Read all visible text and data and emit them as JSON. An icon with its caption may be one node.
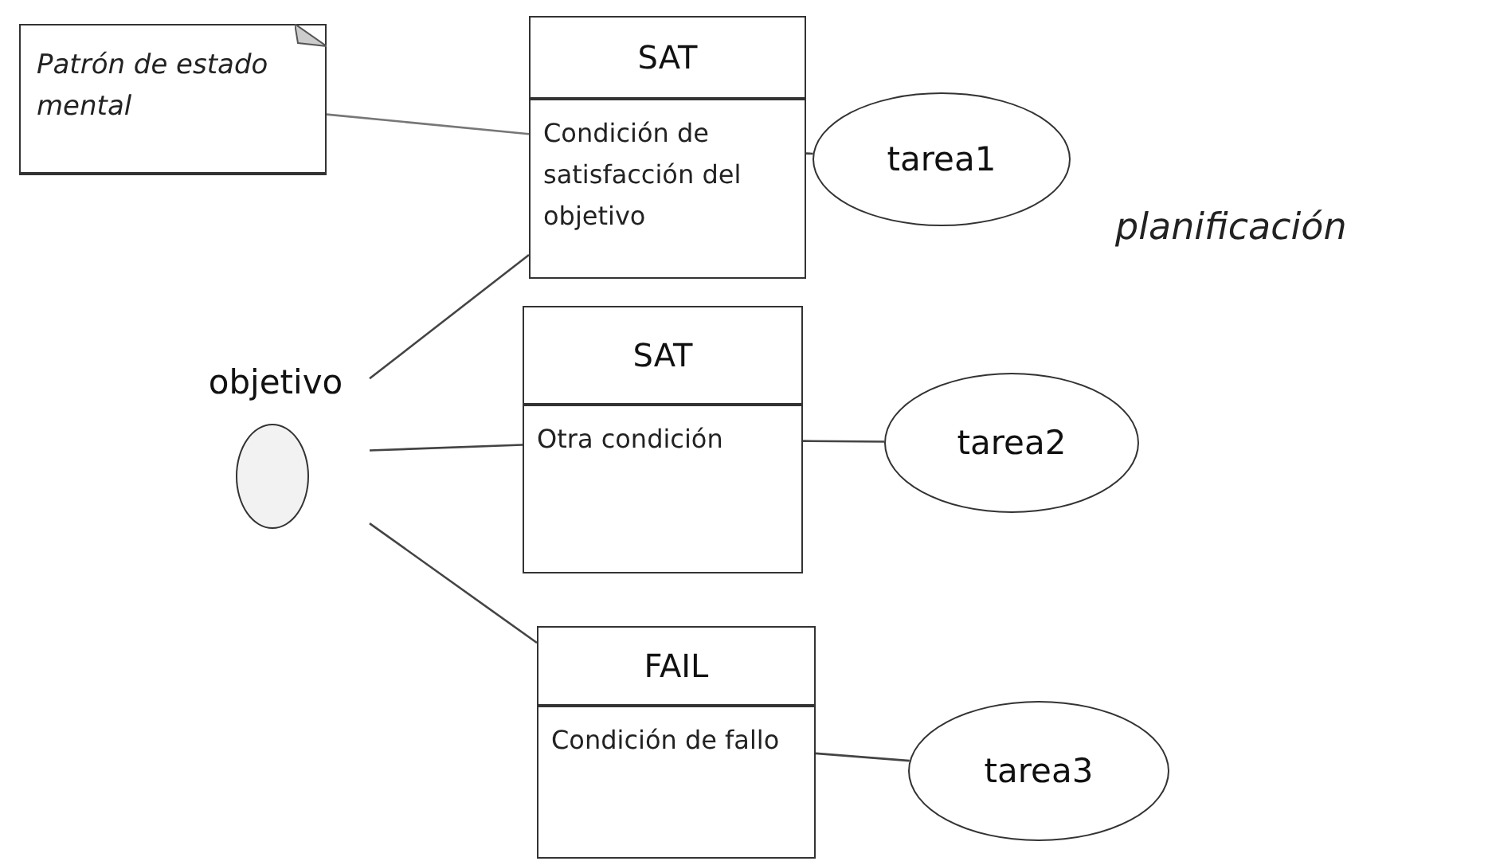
{
  "diagram": {
    "nodes": [
      {
        "text": [
          "Patrón de estado mental"
        ]
      },
      {
        "text": [
          "SAT",
          "Condición de satisfacción del objetivo"
        ]
      },
      {
        "text": [
          "tarea1"
        ]
      },
      {
        "text": [
          "objetivo"
        ]
      },
      {
        "text": [
          "SAT",
          "Otra condición"
        ]
      },
      {
        "text": [
          "tarea2"
        ]
      },
      {
        "text": [
          "FAIL",
          "Condición de fallo"
        ]
      },
      {
        "text": [
          "tarea3"
        ]
      }
    ],
    "edges": [
      {
        "from": 0,
        "to": 1,
        "arrow": "none"
      },
      {
        "from": 3,
        "to": 1,
        "arrow": "none"
      },
      {
        "from": 1,
        "to": 2,
        "arrow": "none"
      },
      {
        "from": 3,
        "to": 4,
        "arrow": "none"
      },
      {
        "from": 4,
        "to": 5,
        "arrow": "none"
      },
      {
        "from": 3,
        "to": 6,
        "arrow": "none"
      },
      {
        "from": 6,
        "to": 7,
        "arrow": "none"
      }
    ],
    "labels": [
      "planificación"
    ]
  }
}
